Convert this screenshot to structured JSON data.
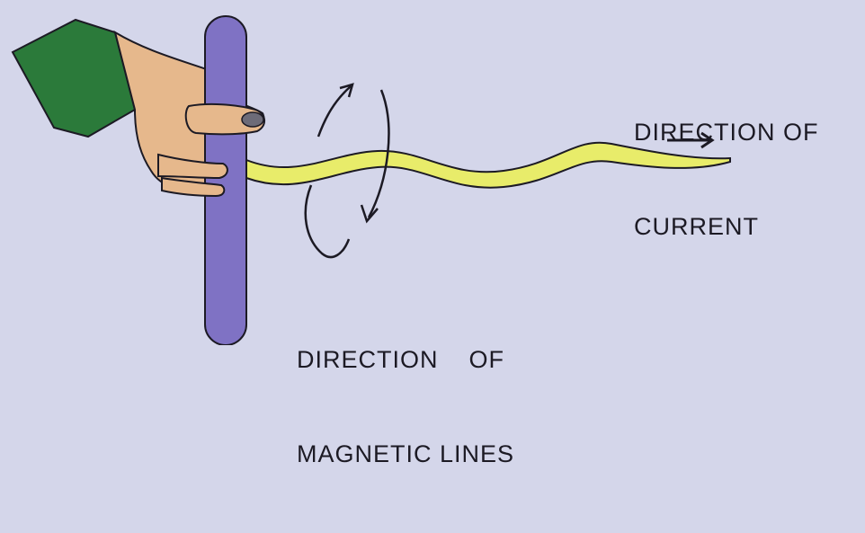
{
  "labels": {
    "current": {
      "line1": "DIRECTION OF",
      "line2": "CURRENT"
    },
    "magnetic": {
      "line1": "DIRECTION    OF",
      "line2": "MAGNETIC LINES"
    }
  },
  "colors": {
    "background": "#d4d6ea",
    "conductor": "#7f72c4",
    "wire": "#e8ec6a",
    "skin": "#e6b88c",
    "sleeve": "#2b7a3a",
    "ink": "#1c1a24"
  }
}
